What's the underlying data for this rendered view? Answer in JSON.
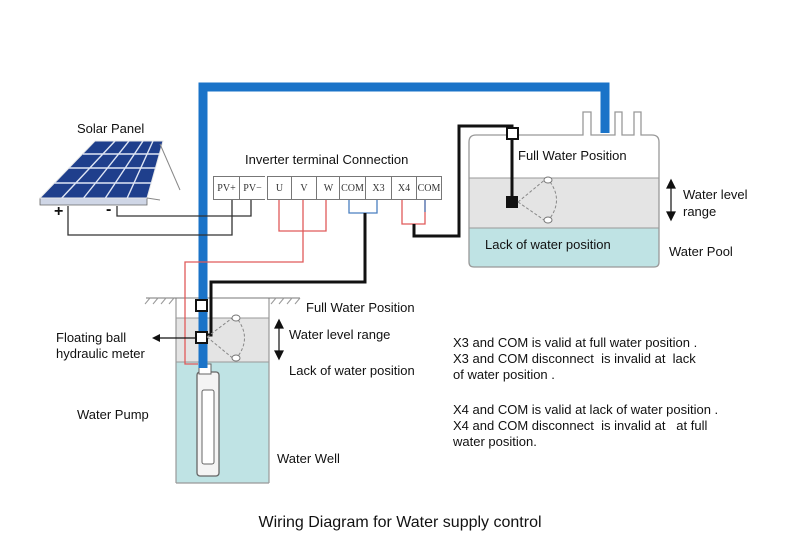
{
  "labels": {
    "solar_panel": "Solar Panel",
    "inverter_title": "Inverter terminal Connection",
    "plus": "+",
    "minus": "-",
    "pool_full": "Full Water Position",
    "pool_level_range_1": "Water level",
    "pool_level_range_2": "range",
    "pool_lack": "Lack of water position",
    "water_pool": "Water Pool",
    "well_full": "Full Water Position",
    "well_level_range": "Water level range",
    "well_lack": "Lack of water position",
    "floating_ball_1": "Floating ball",
    "floating_ball_2": "hydraulic meter",
    "water_pump": "Water Pump",
    "water_well": "Water Well"
  },
  "terminals": {
    "pv_plus": "PV+",
    "pv_minus": "PV−",
    "u": "U",
    "v": "V",
    "w": "W",
    "com1": "COM",
    "x3": "X3",
    "x4": "X4",
    "com2": "COM"
  },
  "notes": {
    "x3_line1": "X3 and COM is valid at full water position .",
    "x3_line2": "X3 and COM disconnect  is invalid at  lack",
    "x3_line3": "of water position .",
    "x4_line1": "X4 and COM is valid at lack of water position .",
    "x4_line2": "X4 and COM disconnect  is invalid at   at full",
    "x4_line3": "water position."
  },
  "caption": "Wiring Diagram for Water supply control",
  "colors": {
    "pipe": "#1a73c8",
    "water": "#bfe3e4",
    "range_band": "#e4e4e4",
    "wire_black": "#111111",
    "wire_red": "#e05a5a",
    "wire_blue": "#4a7fc0",
    "panel": "#1f3f8c"
  }
}
